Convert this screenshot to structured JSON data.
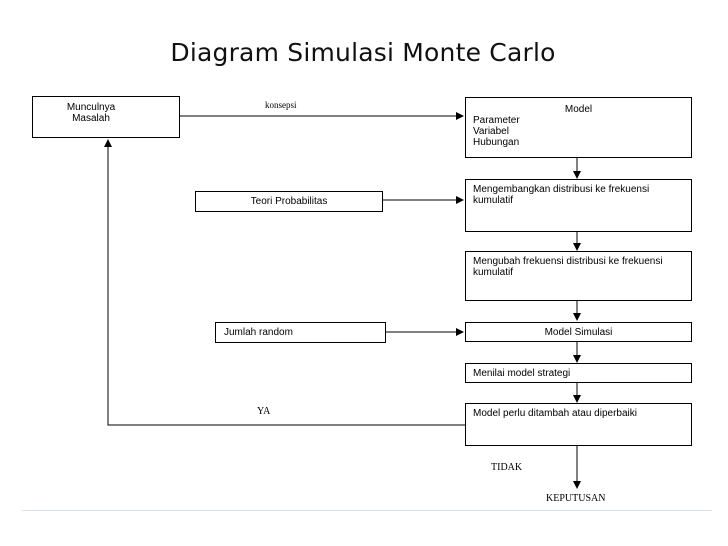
{
  "title": "Diagram Simulasi Monte Carlo",
  "nodes": {
    "munculnya": {
      "line1": "Munculnya",
      "line2": "Masalah"
    },
    "model": {
      "title": "Model",
      "items": [
        "Parameter",
        "Variabel",
        "Hubungan"
      ]
    },
    "teori": "Teori Probabilitas",
    "distribusi": {
      "line1": "Mengembangkan distribusi ke frekuensi",
      "line2": "kumulatif"
    },
    "mengubah": {
      "line1": "Mengubah frekuensi distribusi ke frekuensi",
      "line2": "kumulatif"
    },
    "jumlah": "Jumlah random",
    "simulasi": "Model Simulasi",
    "menilai": "Menilai model strategi",
    "perlu": "Model perlu ditambah atau diperbaiki"
  },
  "labels": {
    "konsepsi": "konsepsi",
    "ya": "YA",
    "tidak": "TIDAK",
    "keputusan": "KEPUTUSAN"
  }
}
